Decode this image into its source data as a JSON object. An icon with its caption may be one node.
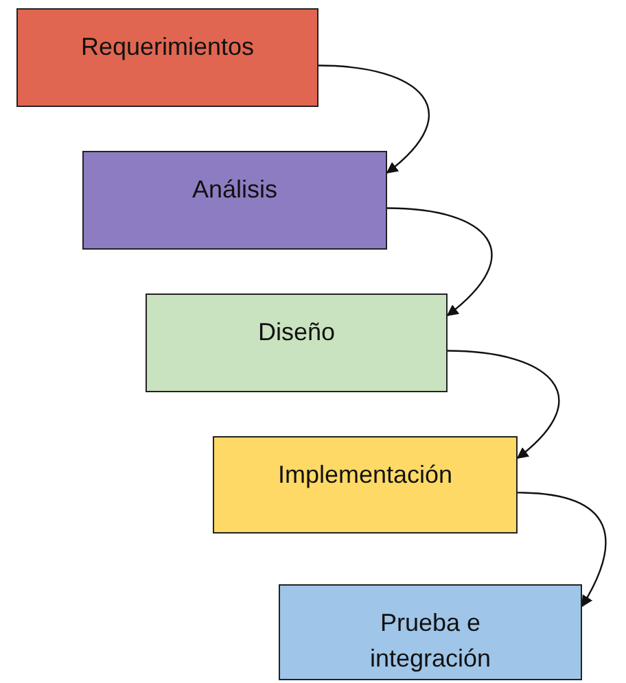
{
  "diagram": {
    "nodes": [
      {
        "text": [
          "Requerimientos"
        ]
      },
      {
        "text": [
          "Análisis"
        ]
      },
      {
        "text": [
          "Diseño"
        ]
      },
      {
        "text": [
          "Implementación"
        ]
      },
      {
        "text": [
          "Prueba e integración"
        ]
      }
    ],
    "edges": [
      {
        "from": 0,
        "to": 1,
        "arrow": "to"
      },
      {
        "from": 1,
        "to": 2,
        "arrow": "to"
      },
      {
        "from": 2,
        "to": 3,
        "arrow": "to"
      },
      {
        "from": 3,
        "to": 4,
        "arrow": "to"
      }
    ]
  }
}
